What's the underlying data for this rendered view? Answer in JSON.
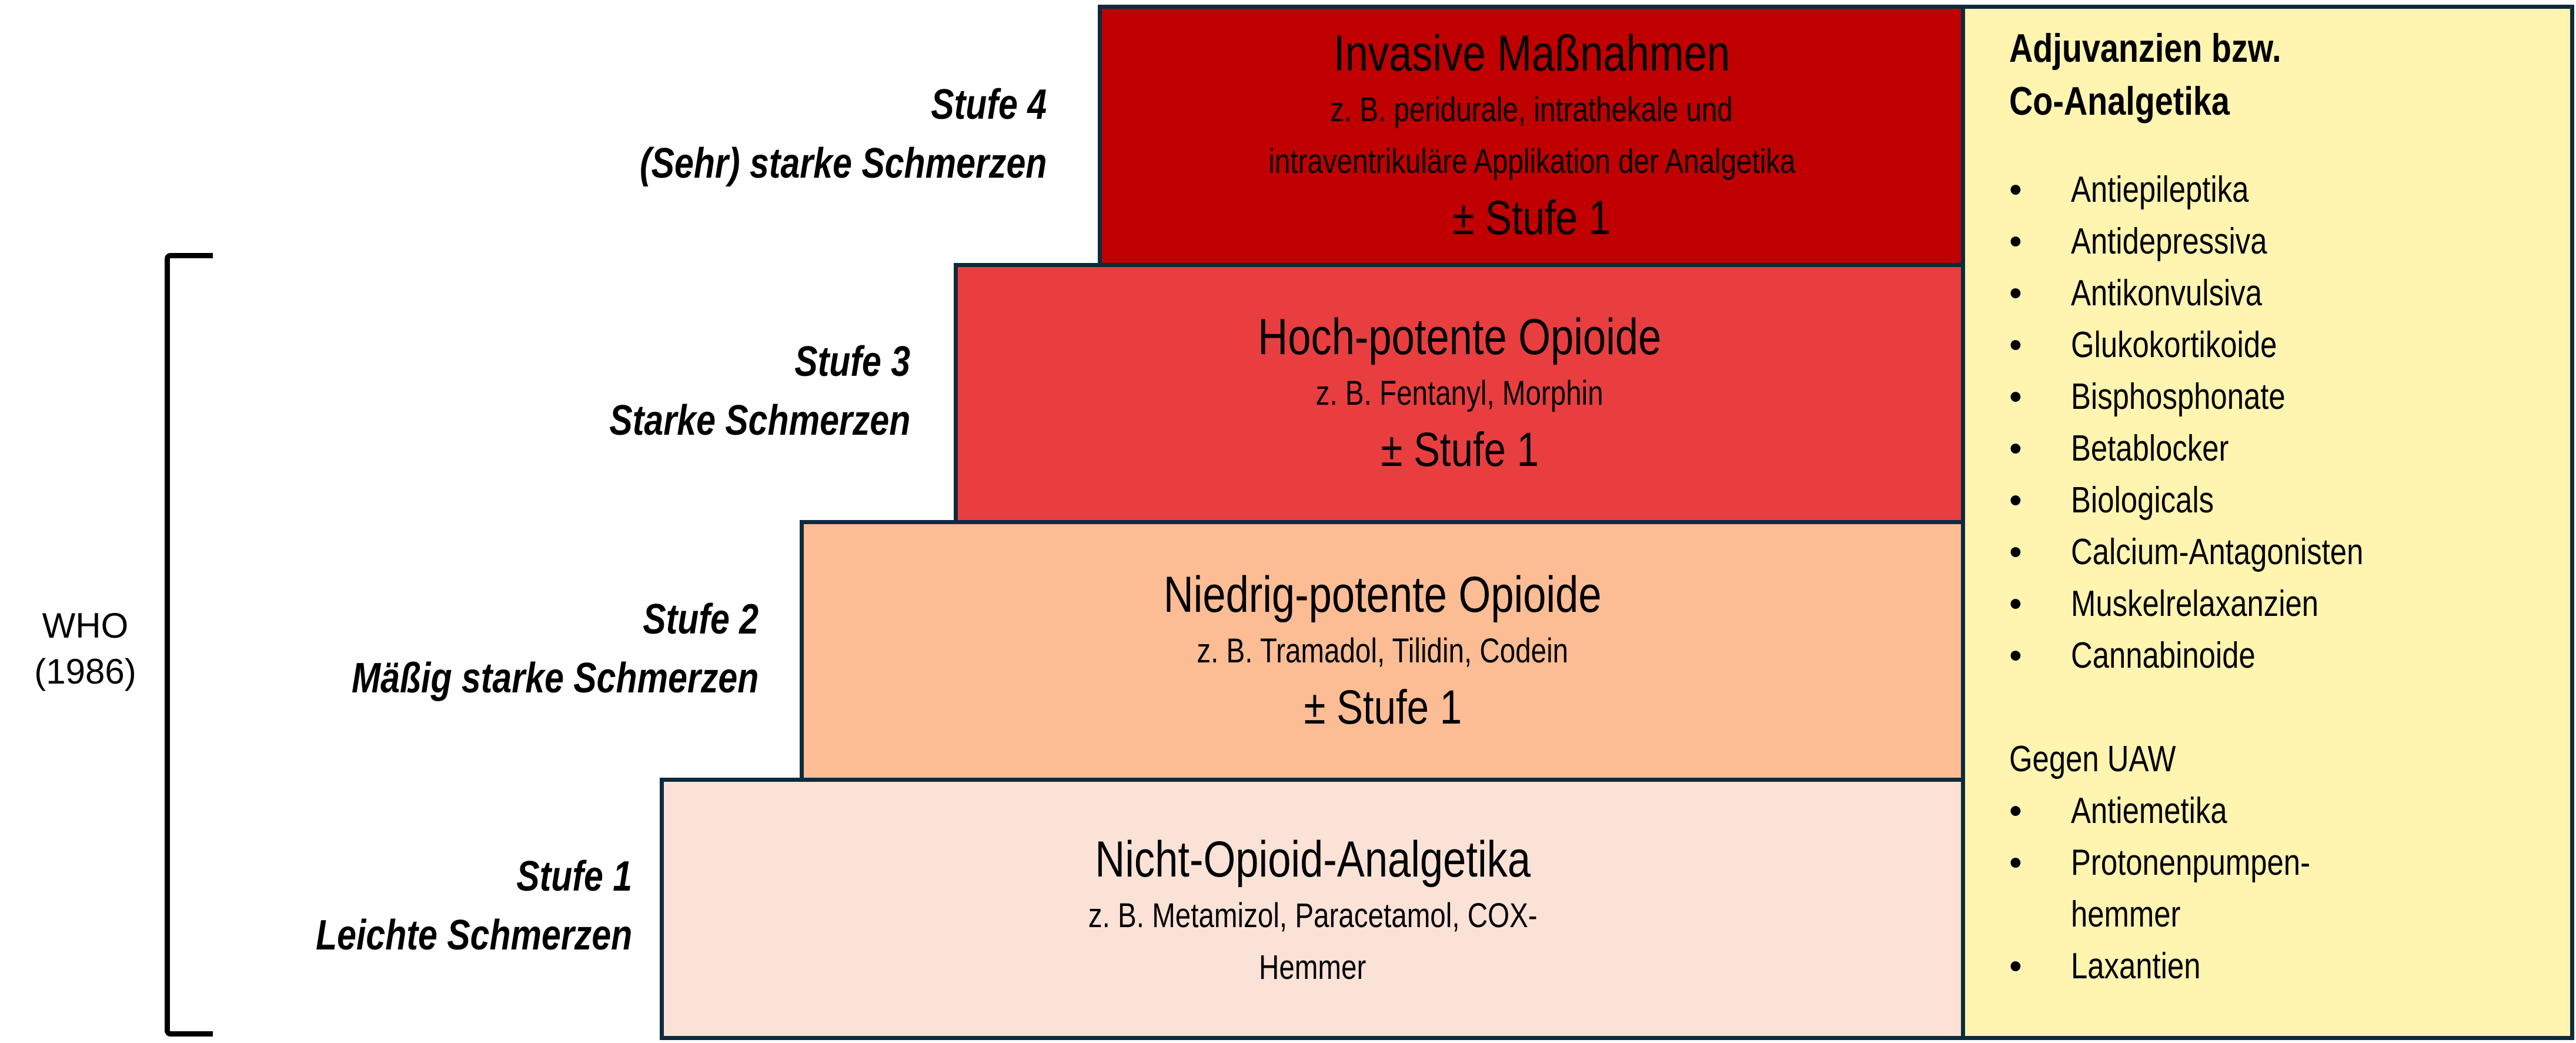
{
  "who": {
    "line1": "WHO",
    "line2": "(1986)"
  },
  "stages": [
    {
      "id": 1,
      "label": "Stufe 1",
      "description": "Leichte Schmerzen",
      "title": "Nicht-Opioid-Analgetika",
      "subtitle_lines": [
        "z. B. Metamizol, Paracetamol, COX-",
        "Hemmer"
      ],
      "plus": "",
      "color": "#fbe2d6"
    },
    {
      "id": 2,
      "label": "Stufe 2",
      "description": "Mäßig starke Schmerzen",
      "title": "Niedrig-potente Opioide",
      "subtitle_lines": [
        "z. B. Tramadol, Tilidin, Codein"
      ],
      "plus": "± Stufe 1",
      "color": "#fcbd94"
    },
    {
      "id": 3,
      "label": "Stufe 3",
      "description": "Starke Schmerzen",
      "title": "Hoch-potente Opioide",
      "subtitle_lines": [
        "z. B. Fentanyl, Morphin"
      ],
      "plus": "± Stufe 1",
      "color": "#e83e40"
    },
    {
      "id": 4,
      "label": "Stufe 4",
      "description": "(Sehr) starke Schmerzen",
      "title": "Invasive Maßnahmen",
      "subtitle_lines": [
        "z. B. peridurale, intrathekale und",
        "intraventrikuläre Applikation der Analgetika"
      ],
      "plus": "± Stufe 1",
      "color": "#c00000"
    }
  ],
  "adjuvants": {
    "title_line1": "Adjuvanzien bzw.",
    "title_line2": "Co-Analgetika",
    "bullet": "•",
    "items": [
      "Antiepileptika",
      "Antidepressiva",
      "Antikonvulsiva",
      "Glukokortikoide",
      "Bisphosphonate",
      "Betablocker",
      "Biologicals",
      "Calcium-Antagonisten",
      "Muskelrelaxanzien",
      "Cannabinoide"
    ],
    "section_title": "Gegen UAW",
    "section_items": [
      "Antiemetika",
      "Protonenpumpen-\nhemmer",
      "Laxantien"
    ],
    "section_item_lines": [
      [
        "Antiemetika"
      ],
      [
        "Protonenpumpen-",
        "hemmer"
      ],
      [
        "Laxantien"
      ]
    ],
    "color": "#fff4b0"
  },
  "colors": {
    "border": "#0e2a3d",
    "bracket": "#000000"
  }
}
